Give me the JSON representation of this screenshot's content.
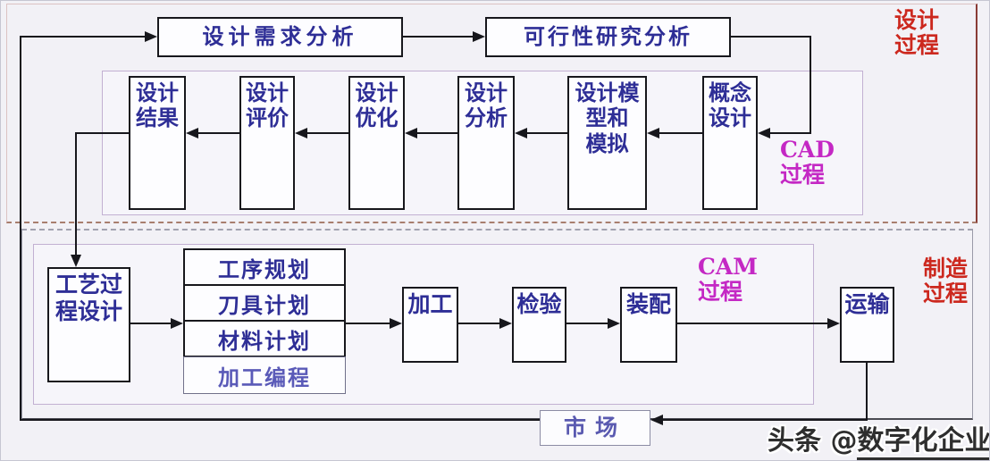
{
  "design_section": {
    "label": "设计\n过程",
    "requirement_box": "设计需求分析",
    "feasibility_box": "可行性研究分析",
    "cad": {
      "label": "CAD\n过程",
      "boxes": [
        "设计\n结果",
        "设计\n评价",
        "设计\n优化",
        "设计\n分析",
        "设计模\n型和\n模拟",
        "概念\n设计"
      ]
    }
  },
  "manufacturing_section": {
    "label": "制造\n过程",
    "cam_label": "CAM\n过程",
    "process_design_box": "工艺过\n程设计",
    "plan_rows": [
      "工序规划",
      "刀具计划",
      "材料计划",
      "加工编程"
    ],
    "flow_boxes": [
      "加工",
      "检验",
      "装配",
      "运输"
    ],
    "market_box": "市场"
  },
  "watermark": {
    "prefix": "头条 @",
    "name": "数字化企业"
  },
  "colors": {
    "box_text": "#2e2e96",
    "section_label_red": "#cc281e",
    "process_label_magenta": "#c428c4",
    "box_border": "#17171c",
    "background": "#f2f1f6"
  }
}
